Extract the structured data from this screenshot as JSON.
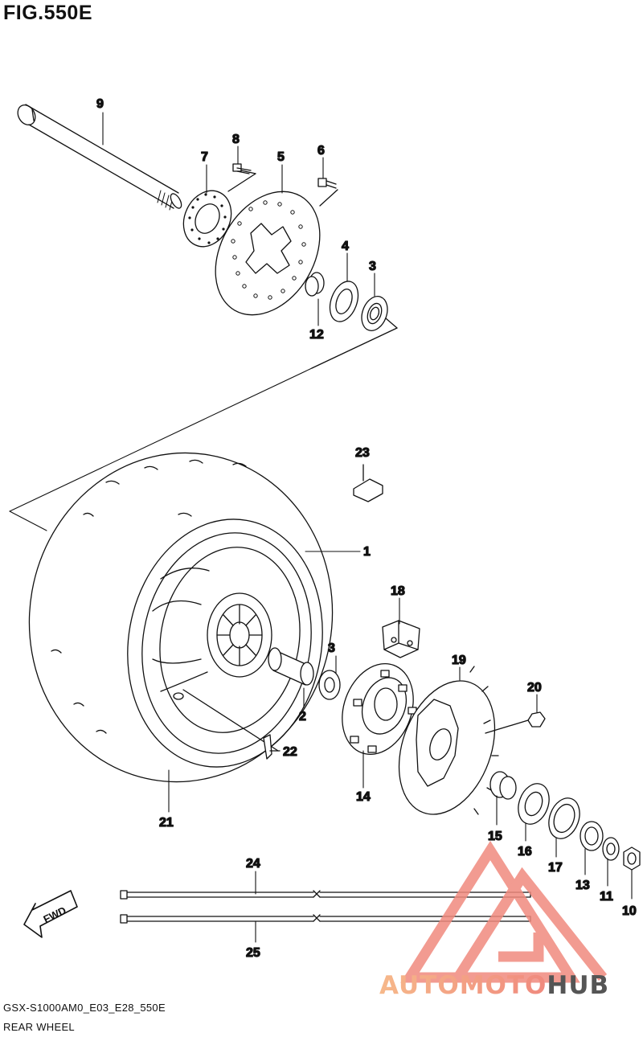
{
  "figure": {
    "title": "FIG.550E"
  },
  "callouts": [
    {
      "id": "c1",
      "label": "1"
    },
    {
      "id": "c2",
      "label": "2"
    },
    {
      "id": "c3a",
      "label": "3"
    },
    {
      "id": "c3b",
      "label": "3"
    },
    {
      "id": "c4",
      "label": "4"
    },
    {
      "id": "c5",
      "label": "5"
    },
    {
      "id": "c6",
      "label": "6"
    },
    {
      "id": "c7",
      "label": "7"
    },
    {
      "id": "c8",
      "label": "8"
    },
    {
      "id": "c9",
      "label": "9"
    },
    {
      "id": "c10",
      "label": "10"
    },
    {
      "id": "c11",
      "label": "11"
    },
    {
      "id": "c12",
      "label": "12"
    },
    {
      "id": "c13",
      "label": "13"
    },
    {
      "id": "c14",
      "label": "14"
    },
    {
      "id": "c15",
      "label": "15"
    },
    {
      "id": "c16",
      "label": "16"
    },
    {
      "id": "c17",
      "label": "17"
    },
    {
      "id": "c18",
      "label": "18"
    },
    {
      "id": "c19",
      "label": "19"
    },
    {
      "id": "c20",
      "label": "20"
    },
    {
      "id": "c21",
      "label": "21"
    },
    {
      "id": "c22",
      "label": "22"
    },
    {
      "id": "c23",
      "label": "23"
    },
    {
      "id": "c24",
      "label": "24"
    },
    {
      "id": "c25",
      "label": "25"
    }
  ],
  "badge": {
    "label": "FWD"
  },
  "footer": {
    "code": "GSX-S1000AM0_E03_E28_550E",
    "name": "REAR WHEEL"
  },
  "watermark": {
    "part1": "AUTOMOTO",
    "part2": "HUB",
    "color_primary": "#f08a7e",
    "color_secondary": "#f6b88a",
    "color_dark": "#555555"
  }
}
